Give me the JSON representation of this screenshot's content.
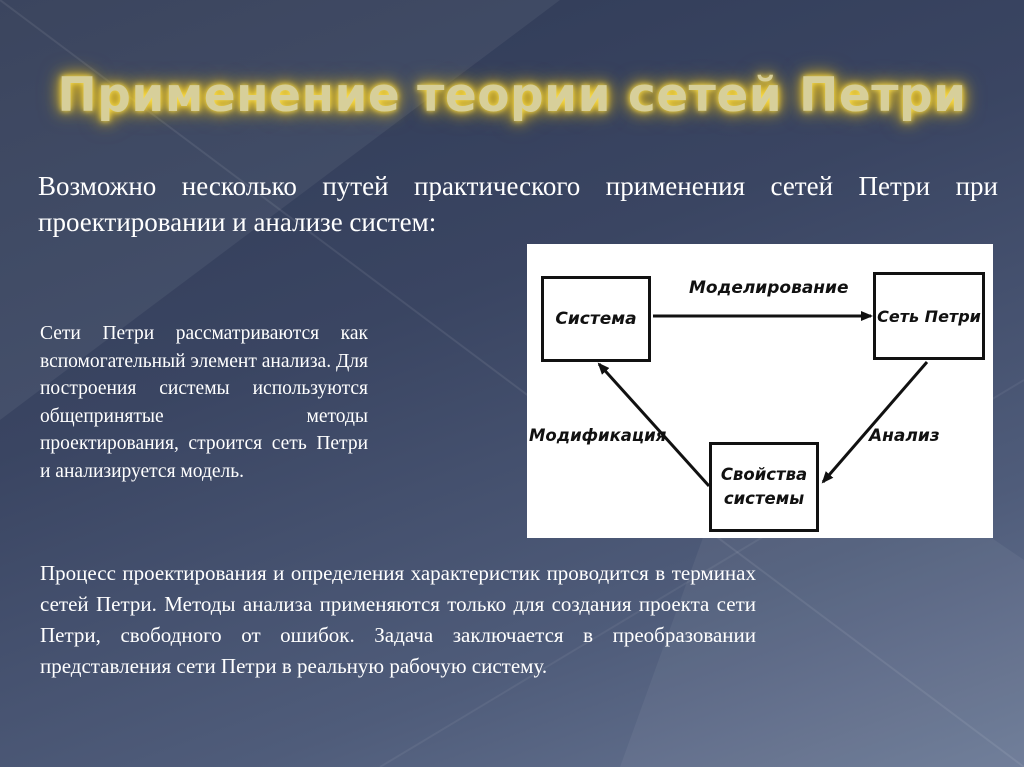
{
  "slide": {
    "title": "Применение теории сетей Петри",
    "intro": "Возможно несколько путей практического применения сетей Петри при проектировании и анализе систем:",
    "side_text": "Сети Петри рассматриваются как вспомогательный элемент анализа. Для построения системы используются общепринятые методы проектирования, строится сеть Петри и анализируется модель.",
    "bottom_text": "Процесс проектирования и определения характеристик проводится в терминах сетей Петри. Методы анализа применяются только для создания проекта сети Петри, свободного от ошибок. Задача заключается в преобразовании представления сети Петри в реальную рабочую систему."
  },
  "diagram": {
    "box_system": "Система",
    "box_petri_net": "Сеть Петри",
    "box_properties": "Свойства системы",
    "edge_modeling": "Моделирование",
    "edge_modification": "Модификация",
    "edge_analysis": "Анализ"
  },
  "colors": {
    "title": "#d7cf9a",
    "title_glow": "#ffcf1a",
    "background": "#3a4562",
    "text": "#ffffff"
  }
}
